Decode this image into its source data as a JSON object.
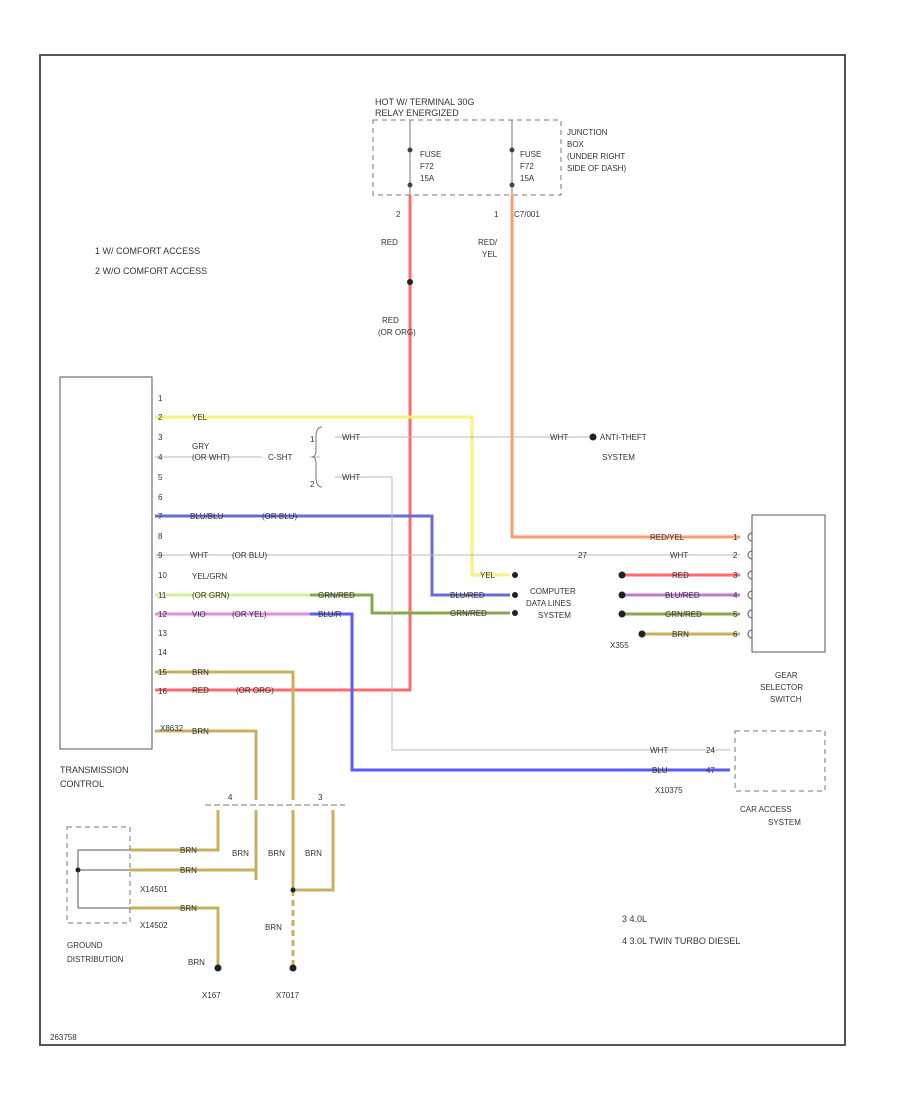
{
  "notes": [
    "1  W/ COMFORT ACCESS",
    "2  W/O COMFORT ACCESS"
  ],
  "engine_notes": [
    "3  4.0L",
    "4  3.0L TWIN TURBO DIESEL"
  ],
  "fuse": {
    "header_line1": "HOT W/ TERMINAL 30G",
    "header_line2": "RELAY ENERGIZED",
    "fuse_a": [
      "FUSE",
      "F72",
      "15A"
    ],
    "fuse_b": [
      "FUSE",
      "F72",
      "15A"
    ],
    "junction_label": [
      "JUNCTION",
      "BOX",
      "(UNDER RIGHT",
      "SIDE OF DASH)"
    ],
    "pin_left": "2",
    "pin_right": "1",
    "connector": "C7/001"
  },
  "wires": {
    "red_upper": "RED",
    "red_lower": [
      "RED",
      "(OR ORG)"
    ],
    "red_yel": [
      "RED/",
      "YEL"
    ],
    "red_yel_right": "RED/YEL",
    "yel": "YEL",
    "yel_right": "YEL",
    "gry": "GRY",
    "gry_alt": "(OR WHT)",
    "wht_top": "WHT",
    "wht_mid": "WHT",
    "blu_left": "BLU/BLU",
    "blu_left_alt": "(OR BLU)",
    "blu_mid": "BLU/RED",
    "whi_grey": "WHT",
    "whi_grey_alt": "(OR BLU)",
    "wht_right": "WHT",
    "yel_grn": "YEL/GRN",
    "yel_grn_alt": "(OR GRN)",
    "grn_red_a": "GRN/RED",
    "grn_red_b": "GRN/RED",
    "vio": "VIO",
    "vio_alt": "(OR YEL)",
    "blu_b": "BLU/R",
    "red_r": "RED",
    "blu_r": "BLU/RED",
    "grn_r": "GRN/RED",
    "brn_r": "BRN",
    "brn1": "BRN",
    "red_bottom": "RED",
    "red_bottom_alt": "(OR ORG)",
    "brn2": "BRN",
    "wht_car": "WHT",
    "blu_car": "BLU",
    "brn_g1": "BRN",
    "brn_g2": "BRN",
    "brn_g3": "BRN",
    "brn_mid1": "BRN",
    "brn_mid2": "BRN",
    "brn_mid3": "BRN",
    "brn_low": "BRN",
    "brn_ground": "BRN"
  },
  "tcm": {
    "label": [
      "TRANSMISSION",
      "CONTROL"
    ],
    "connector": "X8632",
    "pins": [
      "1",
      "2",
      "3",
      "4",
      "5",
      "6",
      "7",
      "8",
      "9",
      "10",
      "11",
      "12",
      "13",
      "14",
      "15",
      "16"
    ]
  },
  "splice": "C-SHT",
  "anti_theft": [
    "ANTI-THEFT",
    "SYSTEM"
  ],
  "data_lines": [
    "COMPUTER",
    "DATA LINES",
    "SYSTEM"
  ],
  "gear_selector": {
    "label": [
      "GEAR",
      "SELECTOR",
      "SWITCH"
    ],
    "pins": [
      "1",
      "2",
      "3",
      "4",
      "5",
      "6"
    ],
    "connector": "X355"
  },
  "car_access": {
    "label": [
      "CAR ACCESS",
      "SYSTEM"
    ],
    "connector": "X10375",
    "pins": [
      "24",
      "47"
    ]
  },
  "ground_dist": {
    "label": [
      "GROUND",
      "DISTRIBUTION"
    ],
    "connectors": [
      "X14501",
      "X14502"
    ]
  },
  "grounds": [
    "X167",
    "X7017"
  ],
  "splice_pins": [
    "3",
    "4"
  ],
  "footer_id": "263758",
  "colors": {
    "red": "#ff6b6b",
    "orange": "#ff9e66",
    "yellow": "#fbf07a",
    "blue": "#6b6bd6",
    "bright_blue": "#5a5aff",
    "green": "#8aa84a",
    "yel_grn": "#d5ee9a",
    "violet": "#e68ae6",
    "brown": "#c9b060",
    "gray": "#b8b8b8"
  }
}
